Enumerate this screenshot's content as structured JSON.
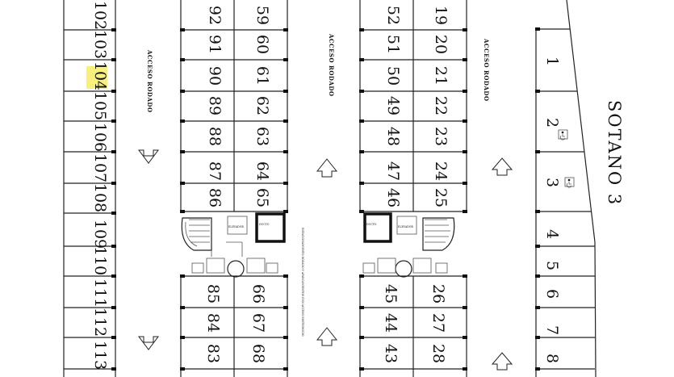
{
  "sotano_label": "SOTANO 3",
  "access_label": "ACCESO RODADO",
  "highlight_color": "#f7f07a",
  "highlighted_spot": "104",
  "column_a": [
    "102",
    "103",
    "104",
    "105",
    "106",
    "107",
    "108",
    "109",
    "110",
    "111",
    "112",
    "113"
  ],
  "column_b_top": [
    "92",
    "91",
    "90",
    "89",
    "88",
    "87",
    "86"
  ],
  "column_c_top": [
    "59",
    "60",
    "61",
    "62",
    "63",
    "64",
    "65"
  ],
  "column_b_bottom": [
    "85",
    "84",
    "83"
  ],
  "column_c_bottom": [
    "66",
    "67",
    "68"
  ],
  "column_d_top": [
    "52",
    "51",
    "50",
    "49",
    "48",
    "47",
    "46"
  ],
  "column_e_top": [
    "19",
    "20",
    "21",
    "22",
    "23",
    "24",
    "25"
  ],
  "column_d_bottom": [
    "45",
    "44",
    "43"
  ],
  "column_e_bottom": [
    "26",
    "27",
    "28"
  ],
  "column_f": [
    "1",
    "2",
    "3",
    "4",
    "5",
    "6",
    "7",
    "8"
  ],
  "accessible_spots": [
    "2",
    "3"
  ],
  "note_text": "ESTACIONAMIENTO RODADO Y APARCAMIENTOS CON ACCESO RESTRINGIDO"
}
